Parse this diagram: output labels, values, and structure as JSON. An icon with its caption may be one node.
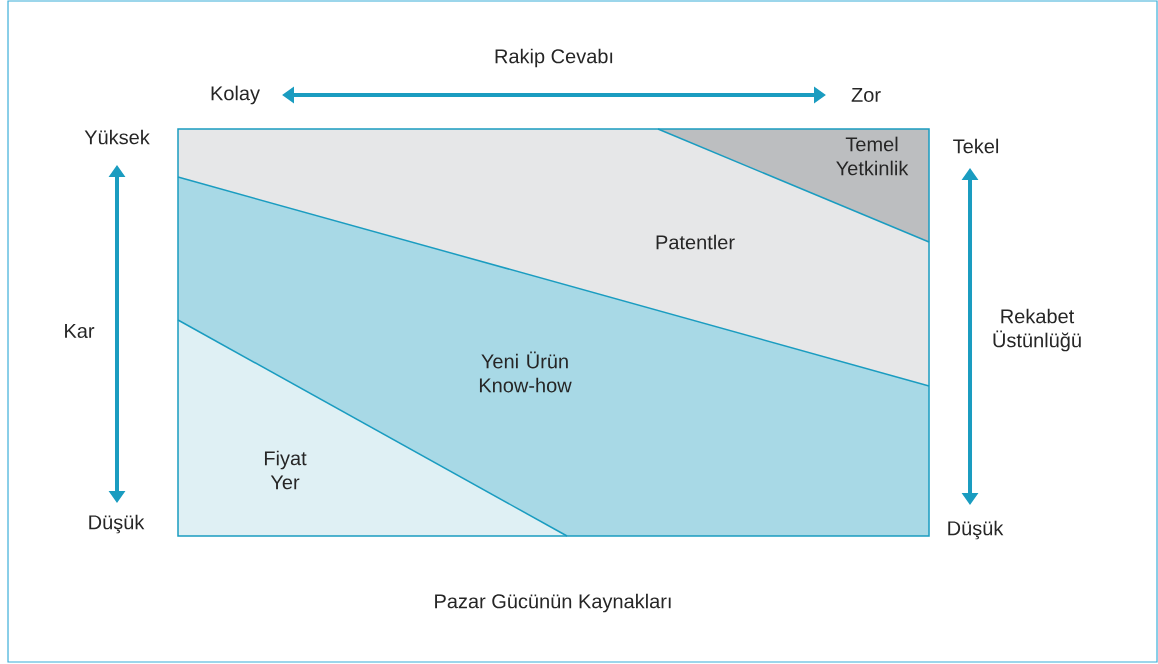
{
  "diagram": {
    "caption": "Pazar Gücünün Kaynakları",
    "nodes": [
      {
        "text": [
          "Fiyat Yer"
        ]
      },
      {
        "text": [
          "Yeni Ürün Know-how"
        ]
      },
      {
        "text": [
          "Patentler"
        ]
      },
      {
        "text": [
          "Temel Yetkinlik"
        ]
      }
    ],
    "labels": [
      "Rakip Cevabı",
      "Kolay",
      "Zor",
      "Yüksek",
      "Tekel",
      "Kar",
      "Rekabet Üstünlüğü",
      "Düşük",
      "Düşük"
    ]
  }
}
